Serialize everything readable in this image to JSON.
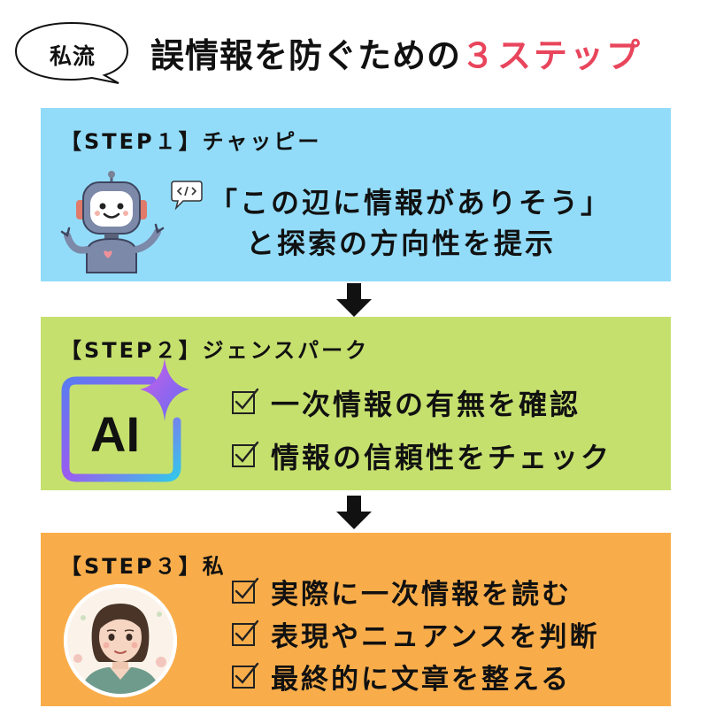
{
  "header": {
    "badge": "私流",
    "title_main": "誤情報を防ぐための",
    "title_accent": "３ステップ",
    "accent_color": "#e8455c"
  },
  "steps": [
    {
      "label": "【STEP１】チャッピー",
      "color": "#92dcf9",
      "icon": "robot-icon",
      "lines": [
        "「この辺に情報がありそう」",
        "と探索の方向性を提示"
      ]
    },
    {
      "label": "【STEP２】ジェンスパーク",
      "color": "#c6e06e",
      "icon": "ai-logo-icon",
      "logo_text": "AI",
      "checks": [
        "一次情報の有無を確認",
        "情報の信頼性をチェック"
      ]
    },
    {
      "label": "【STEP３】私",
      "color": "#f9ad4a",
      "icon": "person-avatar-icon",
      "checks": [
        "実際に一次情報を読む",
        "表現やニュアンスを判断",
        "最終的に文章を整える"
      ]
    }
  ]
}
